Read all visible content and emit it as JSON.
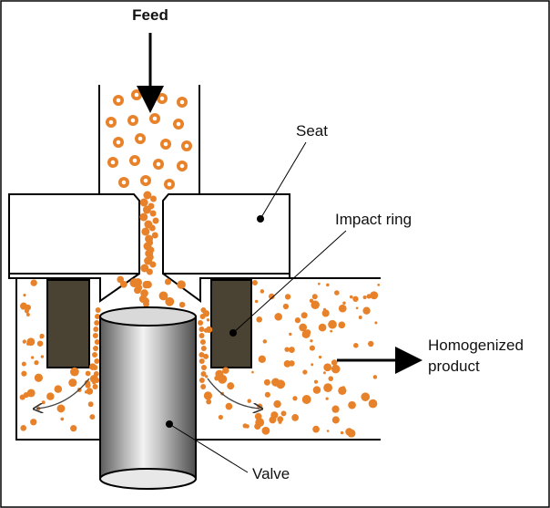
{
  "labels": {
    "feed": "Feed",
    "seat": "Seat",
    "impact_ring": "Impact ring",
    "homogenized_line1": "Homogenized",
    "homogenized_line2": "product",
    "valve": "Valve"
  },
  "colors": {
    "particle": "#e8822a",
    "particle_core": "#ffffff",
    "impact_ring_fill": "#4a4233",
    "outline": "#000000",
    "valve_light": "#e6e6e6",
    "valve_dark": "#6e6e6e"
  },
  "icons": {
    "feed_arrow": "arrow-down-icon",
    "output_arrow": "arrow-right-icon",
    "flow_arrows": "curved-arrow-icon"
  }
}
